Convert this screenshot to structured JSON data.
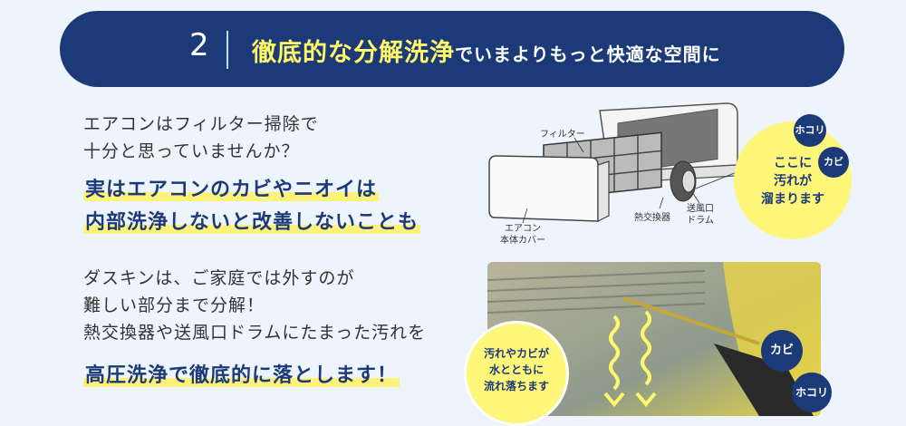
{
  "header": {
    "number": "2",
    "title_emphasis": "徹底的な分解洗浄",
    "title_rest": "でいまよりもっと快適な空間に"
  },
  "section1": {
    "lines": [
      "エアコンはフィルター掃除で",
      "十分と思っていませんか？"
    ],
    "highlights": [
      "実はエアコンのカビやニオイは",
      "内部洗浄しないと改善しないことも"
    ]
  },
  "section2": {
    "lines": [
      "ダスキンは、ご家庭では外すのが",
      "難しい部分まで分解！",
      "熱交換器や送風口ドラムにたまった汚れを"
    ],
    "highlight": "高圧洗浄で徹底的に落とします！"
  },
  "diagram": {
    "labels": {
      "filter": "フィルター",
      "heat_exchanger": "熱交換器",
      "drum": "送風口\nドラム",
      "cover": "エアコン\n本体カバー"
    },
    "bubble_text": "ここに\n汚れが\n溜まります",
    "tag_dust": "ホコリ",
    "tag_mold": "カビ"
  },
  "photo": {
    "bubble_text": "汚れやカビが\n水とともに\n流れ落ちます",
    "tag_mold": "カビ",
    "tag_dust": "ホコリ"
  },
  "colors": {
    "navy": "#1c3a78",
    "yellow": "#fff67a",
    "background": "#eef4fb"
  }
}
